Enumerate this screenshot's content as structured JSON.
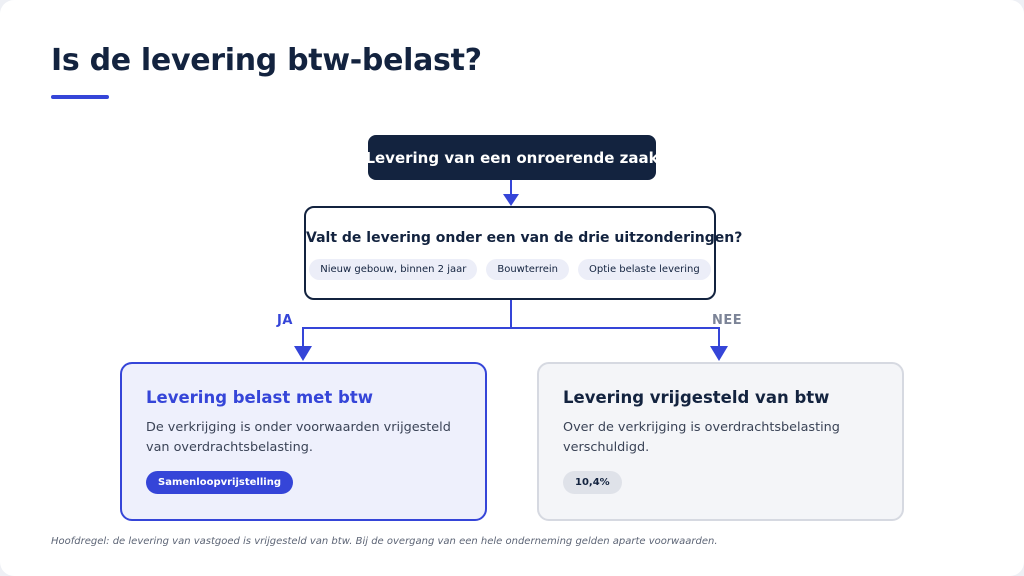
{
  "page": {
    "title": "Is de levering btw-belast?",
    "footnote": "Hoofdregel: de levering van vastgoed is vrijgesteld van btw. Bij de overgang van een hele onderneming gelden aparte voorwaarden."
  },
  "diagram": {
    "root": "Levering van een onroerende zaak",
    "question": {
      "text": "Valt de levering onder een van de drie uitzonderingen?",
      "exceptions": [
        "Nieuw gebouw, binnen 2 jaar",
        "Bouwterrein",
        "Optie belaste levering"
      ]
    },
    "branches": {
      "yes_label": "JA",
      "no_label": "NEE"
    },
    "outcomes": {
      "yes": {
        "title": "Levering belast met btw",
        "body": "De verkrijging is onder voorwaarden vrijgesteld van overdrachtsbelasting.",
        "tag": "Samenloopvrijstelling"
      },
      "no": {
        "title": "Levering vrijgesteld van btw",
        "body": "Over de verkrijging is overdrachtsbelasting verschuldigd.",
        "tag": "10,4%"
      }
    }
  },
  "colors": {
    "navy": "#13233f",
    "accent": "#3545d8",
    "muted": "#7c8497"
  }
}
